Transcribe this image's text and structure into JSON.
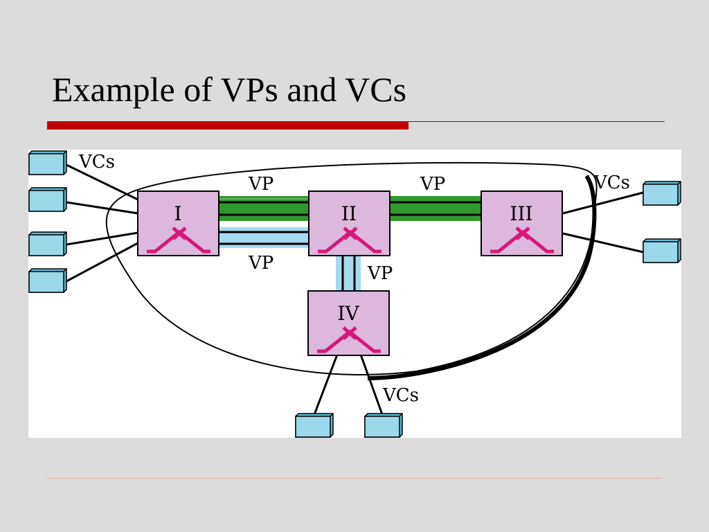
{
  "slide": {
    "title": "Example of VPs and VCs",
    "accent_color": "#c00000"
  },
  "diagram": {
    "switches": [
      {
        "id": "I",
        "label": "I"
      },
      {
        "id": "II",
        "label": "II"
      },
      {
        "id": "III",
        "label": "III"
      },
      {
        "id": "IV",
        "label": "IV"
      }
    ],
    "paths": [
      {
        "label": "VP",
        "from": "I",
        "to": "II",
        "color": "#2e9a2e"
      },
      {
        "label": "VP",
        "from": "II",
        "to": "III",
        "color": "#2e9a2e"
      },
      {
        "label": "VP",
        "from": "I",
        "to": "II",
        "color": "#a6daf0"
      },
      {
        "label": "VP",
        "from": "II",
        "to": "IV",
        "color": "#a6daf0"
      }
    ],
    "vcs_labels": [
      "VCs",
      "VCs",
      "VCs"
    ],
    "colors": {
      "switch_fill": "#dcb9dc",
      "crossbar": "#d6187a",
      "terminal_fill": "#9ad8ea",
      "green_vp": "#2e9a2e",
      "blue_vp": "#a6daf0"
    }
  }
}
